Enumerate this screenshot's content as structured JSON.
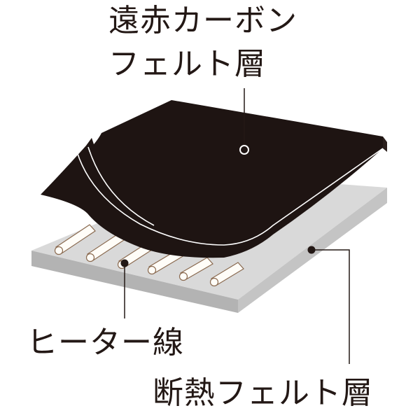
{
  "diagram": {
    "title": "Layer structure",
    "colors": {
      "carbon_felt": "#1e1412",
      "insulation_top": "#d9d9d9",
      "insulation_side": "#b5b5b5",
      "heater_wire": "#fffdf8",
      "heater_outline": "#8a6a50",
      "leader_line": "#231815",
      "text": "#231815"
    },
    "labels": {
      "carbon_felt_line1": "遠赤カーボン",
      "carbon_felt_line2": "フェルト層",
      "heater_wire": "ヒーター線",
      "insulation_felt": "断熱フェルト層"
    },
    "layers": [
      {
        "name": "遠赤カーボンフェルト層",
        "position": "top",
        "appearance": "black sheet, curled up at front-left corner"
      },
      {
        "name": "ヒーター線",
        "position": "middle",
        "appearance": "6 parallel white wires",
        "count": 6
      },
      {
        "name": "断熱フェルト層",
        "position": "bottom",
        "appearance": "light gray slab"
      }
    ]
  }
}
